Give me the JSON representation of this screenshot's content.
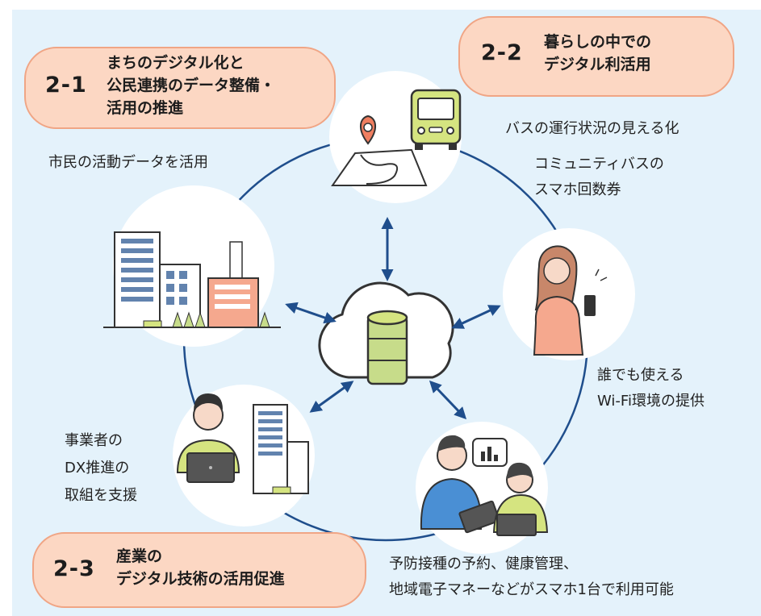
{
  "sections": [
    {
      "number": "2-1",
      "title_lines": [
        "まちのデジタル化と",
        "公民連携のデータ整備・",
        "活用の推進"
      ]
    },
    {
      "number": "2-2",
      "title_lines": [
        "暮らしの中での",
        "デジタル利活用"
      ]
    },
    {
      "number": "2-3",
      "title_lines": [
        "産業の",
        "デジタル技術の活用促進"
      ]
    }
  ],
  "labels": {
    "citizen": [
      "市民の活動データを活用"
    ],
    "bus": [
      "バスの運行状況の見える化"
    ],
    "community_bus": [
      "コミュニティバスの",
      "スマホ回数券"
    ],
    "wifi": [
      "誰でも使える",
      "Wi-Fi環境の提供"
    ],
    "business": [
      "事業者の",
      "DX推進の",
      "取組を支援"
    ],
    "health": [
      "予防接種の予約、健康管理、",
      "地域電子マネーなどがスマホ1台で利用可能"
    ]
  },
  "colors": {
    "background": "#e4f2fb",
    "pill_fill": "#fcd7c3",
    "pill_border": "#f0a585",
    "ring": "#1f4e8c",
    "arrow": "#1f4e8c",
    "database": "#c7dc8a",
    "circle": "#ffffff"
  },
  "icons": [
    "map-pin-icon",
    "bus-icon",
    "city-buildings-icon",
    "cloud-database-icon",
    "woman-smartphone-icon",
    "businessman-laptop-icon",
    "people-tablet-icon"
  ]
}
